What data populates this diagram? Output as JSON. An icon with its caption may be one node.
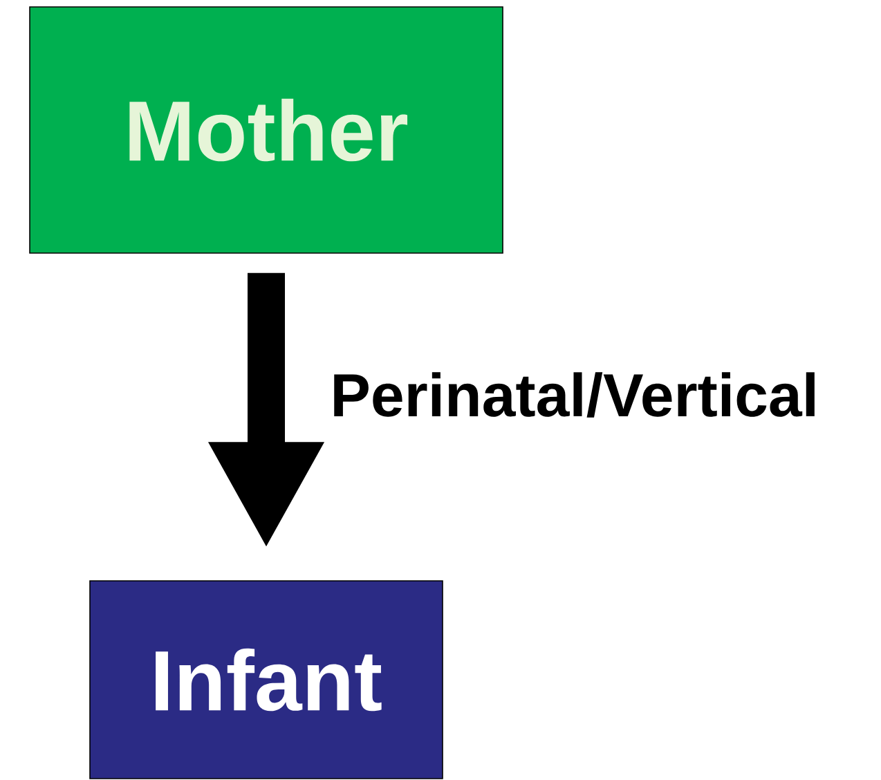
{
  "diagram": {
    "nodes": [
      {
        "text": [
          "Mother"
        ]
      },
      {
        "text": [
          "Infant"
        ]
      }
    ],
    "edges": [
      {
        "from": 0,
        "to": 1,
        "arrow": "to",
        "label": "Perinatal/Vertical"
      }
    ]
  }
}
